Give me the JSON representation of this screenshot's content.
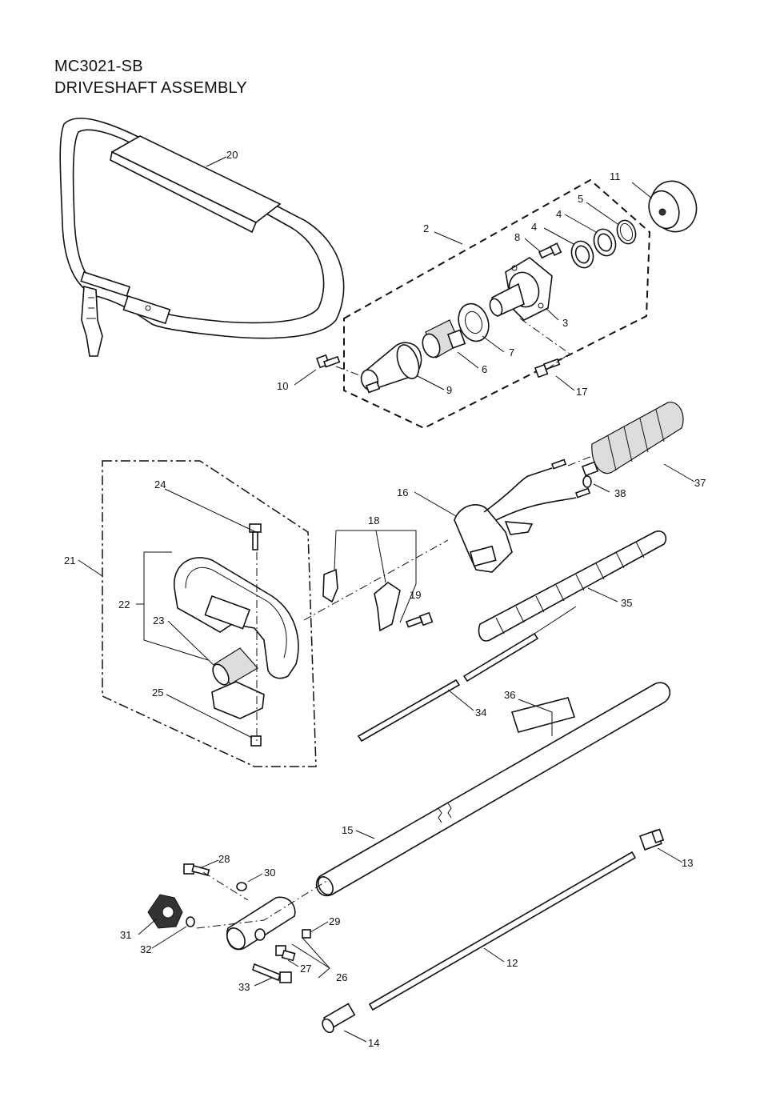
{
  "title": {
    "model": "MC3021-SB",
    "subtitle": "DRIVESHAFT ASSEMBLY"
  },
  "part_labels": [
    {
      "id": "20",
      "text": "20"
    },
    {
      "id": "11",
      "text": "11"
    },
    {
      "id": "5",
      "text": "5"
    },
    {
      "id": "4a",
      "text": "4"
    },
    {
      "id": "4b",
      "text": "4"
    },
    {
      "id": "2",
      "text": "2"
    },
    {
      "id": "8",
      "text": "8"
    },
    {
      "id": "3",
      "text": "3"
    },
    {
      "id": "7",
      "text": "7"
    },
    {
      "id": "6",
      "text": "6"
    },
    {
      "id": "10",
      "text": "10"
    },
    {
      "id": "9",
      "text": "9"
    },
    {
      "id": "17",
      "text": "17"
    },
    {
      "id": "37",
      "text": "37"
    },
    {
      "id": "38",
      "text": "38"
    },
    {
      "id": "16",
      "text": "16"
    },
    {
      "id": "24",
      "text": "24"
    },
    {
      "id": "18",
      "text": "18"
    },
    {
      "id": "21",
      "text": "21"
    },
    {
      "id": "19",
      "text": "19"
    },
    {
      "id": "22",
      "text": "22"
    },
    {
      "id": "35",
      "text": "35"
    },
    {
      "id": "23",
      "text": "23"
    },
    {
      "id": "25",
      "text": "25"
    },
    {
      "id": "36",
      "text": "36"
    },
    {
      "id": "34",
      "text": "34"
    },
    {
      "id": "15",
      "text": "15"
    },
    {
      "id": "13",
      "text": "13"
    },
    {
      "id": "28",
      "text": "28"
    },
    {
      "id": "30",
      "text": "30"
    },
    {
      "id": "29",
      "text": "29"
    },
    {
      "id": "31",
      "text": "31"
    },
    {
      "id": "32",
      "text": "32"
    },
    {
      "id": "27",
      "text": "27"
    },
    {
      "id": "26",
      "text": "26"
    },
    {
      "id": "12",
      "text": "12"
    },
    {
      "id": "33",
      "text": "33"
    },
    {
      "id": "14",
      "text": "14"
    }
  ]
}
